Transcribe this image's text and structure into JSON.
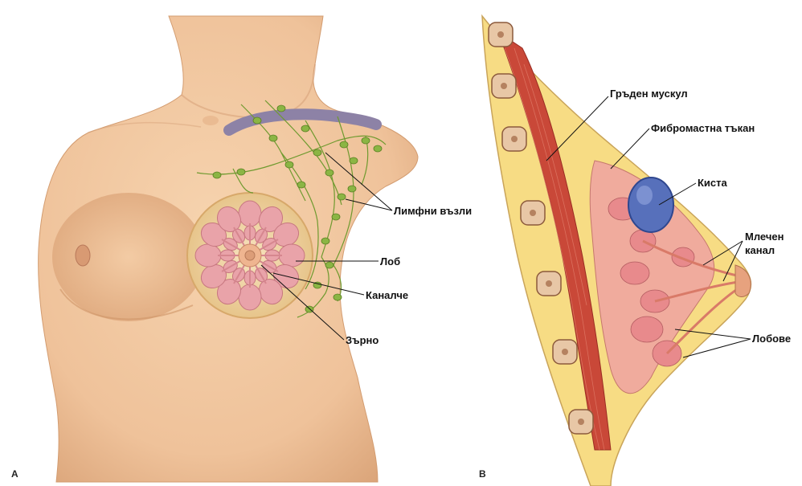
{
  "panels": {
    "a": {
      "letter": "A",
      "labels": {
        "lymph_nodes": "Лимфни възли",
        "lobe": "Лоб",
        "duct": "Каналче",
        "nipple": "Зърно"
      }
    },
    "b": {
      "letter": "B",
      "labels": {
        "chest_muscle": "Гръден мускул",
        "fibrous_tissue": "Фибромастна тъкан",
        "cyst": "Киста",
        "milk_duct_line1": "Млечен",
        "milk_duct_line2": "канал",
        "lobes": "Лобове"
      }
    }
  },
  "colors": {
    "skin": "#f2c9a0",
    "skin_shadow": "#d9a276",
    "muscle": "#c8483a",
    "fat": "#f5d97a",
    "gland": "#e89aa0",
    "lymph": "#7fa83a",
    "vessel": "#8f84a8",
    "cyst": "#4f69b8"
  }
}
